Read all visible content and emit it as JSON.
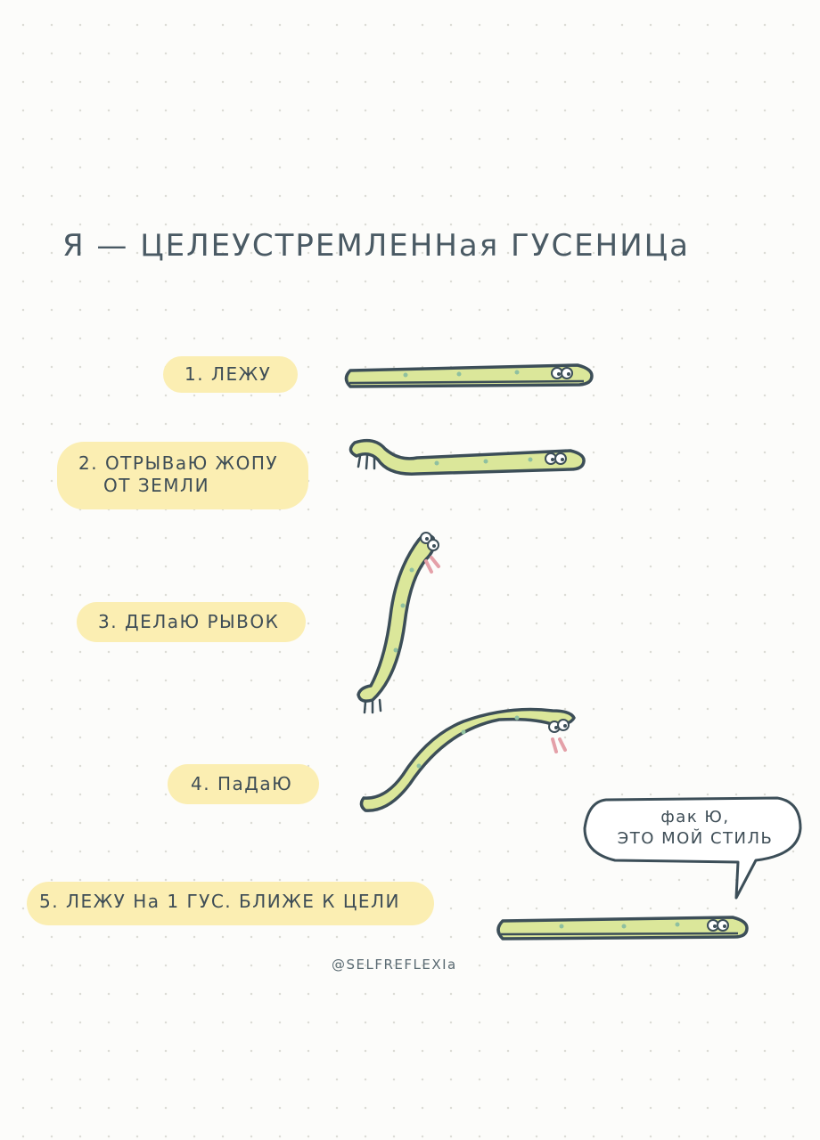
{
  "title": "Я — ЦЕЛЕУСТРЕМЛЕННая ГУСЕНИЦа",
  "steps": [
    {
      "label": "1. ЛЕЖУ"
    },
    {
      "line1": "2. ОТРЫВаЮ ЖОПУ",
      "line2": "ОТ ЗЕМЛИ"
    },
    {
      "label": "3. ДЕЛаЮ РЫВОК"
    },
    {
      "label": "4. ПаДаЮ"
    },
    {
      "label": "5. ЛЕЖУ На 1 ГУС. БЛИЖЕ К ЦЕЛИ"
    }
  ],
  "speech_bubble": {
    "line1": "фак Ю,",
    "line2": "ЭТО МОЙ СТИЛЬ"
  },
  "credit": "@SELFREFLEXIa",
  "colors": {
    "background": "#fcfcfa",
    "grid_dot": "#dcdcd6",
    "highlight": "#fbeeb2",
    "caterpillar_body": "#dbe79a",
    "caterpillar_spots": "#8fc0a0",
    "outline": "#3c4e58",
    "legs": "#e4a0a8"
  },
  "icons": [
    "caterpillar-lying",
    "caterpillar-lifting",
    "caterpillar-jumping",
    "caterpillar-falling",
    "caterpillar-lying-closer",
    "speech-bubble"
  ]
}
